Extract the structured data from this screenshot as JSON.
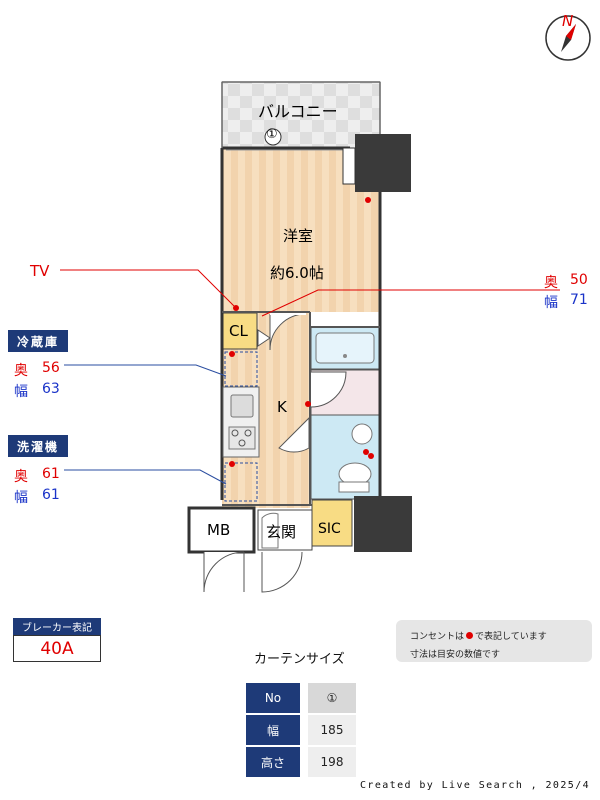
{
  "rooms": {
    "balcony": "バルコニー",
    "balcony_marker": "①",
    "western_room": "洋室",
    "western_room_size": "約6.0帖",
    "closet": "CL",
    "kitchen": "K",
    "meter_box": "MB",
    "entrance": "玄関",
    "sic": "SIC"
  },
  "compass": {
    "letter": "N"
  },
  "labels": {
    "tv": "TV",
    "ac_depth_label": "奥",
    "ac_depth": "50",
    "ac_width_label": "幅",
    "ac_width": "71",
    "fridge_title": "冷蔵庫",
    "fridge_depth_label": "奥",
    "fridge_depth": "56",
    "fridge_width_label": "幅",
    "fridge_width": "63",
    "washer_title": "洗濯機",
    "washer_depth_label": "奥",
    "washer_depth": "61",
    "washer_width_label": "幅",
    "washer_width": "61"
  },
  "breaker": {
    "title": "ブレーカー表記",
    "value": "40A"
  },
  "curtain": {
    "title": "カーテンサイズ",
    "rows": [
      {
        "header": "No",
        "value": "①"
      },
      {
        "header": "幅",
        "value": "185"
      },
      {
        "header": "高さ",
        "value": "198"
      }
    ]
  },
  "note": {
    "line1_pre": "コンセントは",
    "line1_post": "で表記しています",
    "line2": "寸法は目安の数値です"
  },
  "credit": "Created by Live Search , 2025/4",
  "colors": {
    "navy": "#1e3a78",
    "red": "#e00000",
    "blue": "#1a33c8",
    "floor": "#f6dcba",
    "closet": "#f8dc84",
    "bath": "#cde9f4"
  }
}
